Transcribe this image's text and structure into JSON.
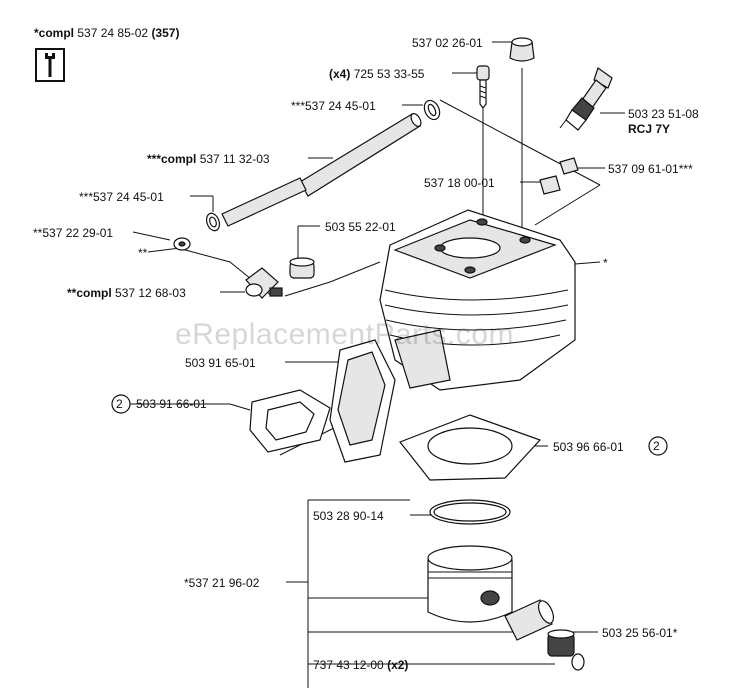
{
  "header": {
    "kit_prefix": "*compl",
    "kit_number": "537 24 85-02",
    "kit_qty": "(357)",
    "tool_icon": "wrench-icon"
  },
  "watermark": "eReplacementParts.com",
  "labels": {
    "cap": "537 02 26-01",
    "screw_prefix": "(x4)",
    "screw": "725 53 33-55",
    "spark_plug": "503 23 51-08",
    "spark_plug_type": "RCJ 7Y",
    "hose_clamp_top": "***537 24 45-01",
    "hose_prefix": "***compl",
    "hose": "537 11 32-03",
    "nipple_right": "537 09 61-01***",
    "dowel": "537 18 00-01",
    "clamp_mid": "***537 24 45-01",
    "washer": "**537 22 29-01",
    "decomp_plug": "503 55 22-01",
    "double_star": "**",
    "cylinder_star": "*",
    "valve_prefix": "**compl",
    "valve": "537 12 68-03",
    "plate": "503 91 65-01",
    "gasket_num": "2",
    "gasket": "503 91 66-01",
    "base_gasket": "503 96 66-01",
    "base_gasket_num": "2",
    "ring": "503 28 90-14",
    "piston_kit": "*537 21 96-02",
    "needle_bearing": "503 25 56-01*",
    "circlip": "737 43 12-00",
    "circlip_qty": "(x2)"
  }
}
